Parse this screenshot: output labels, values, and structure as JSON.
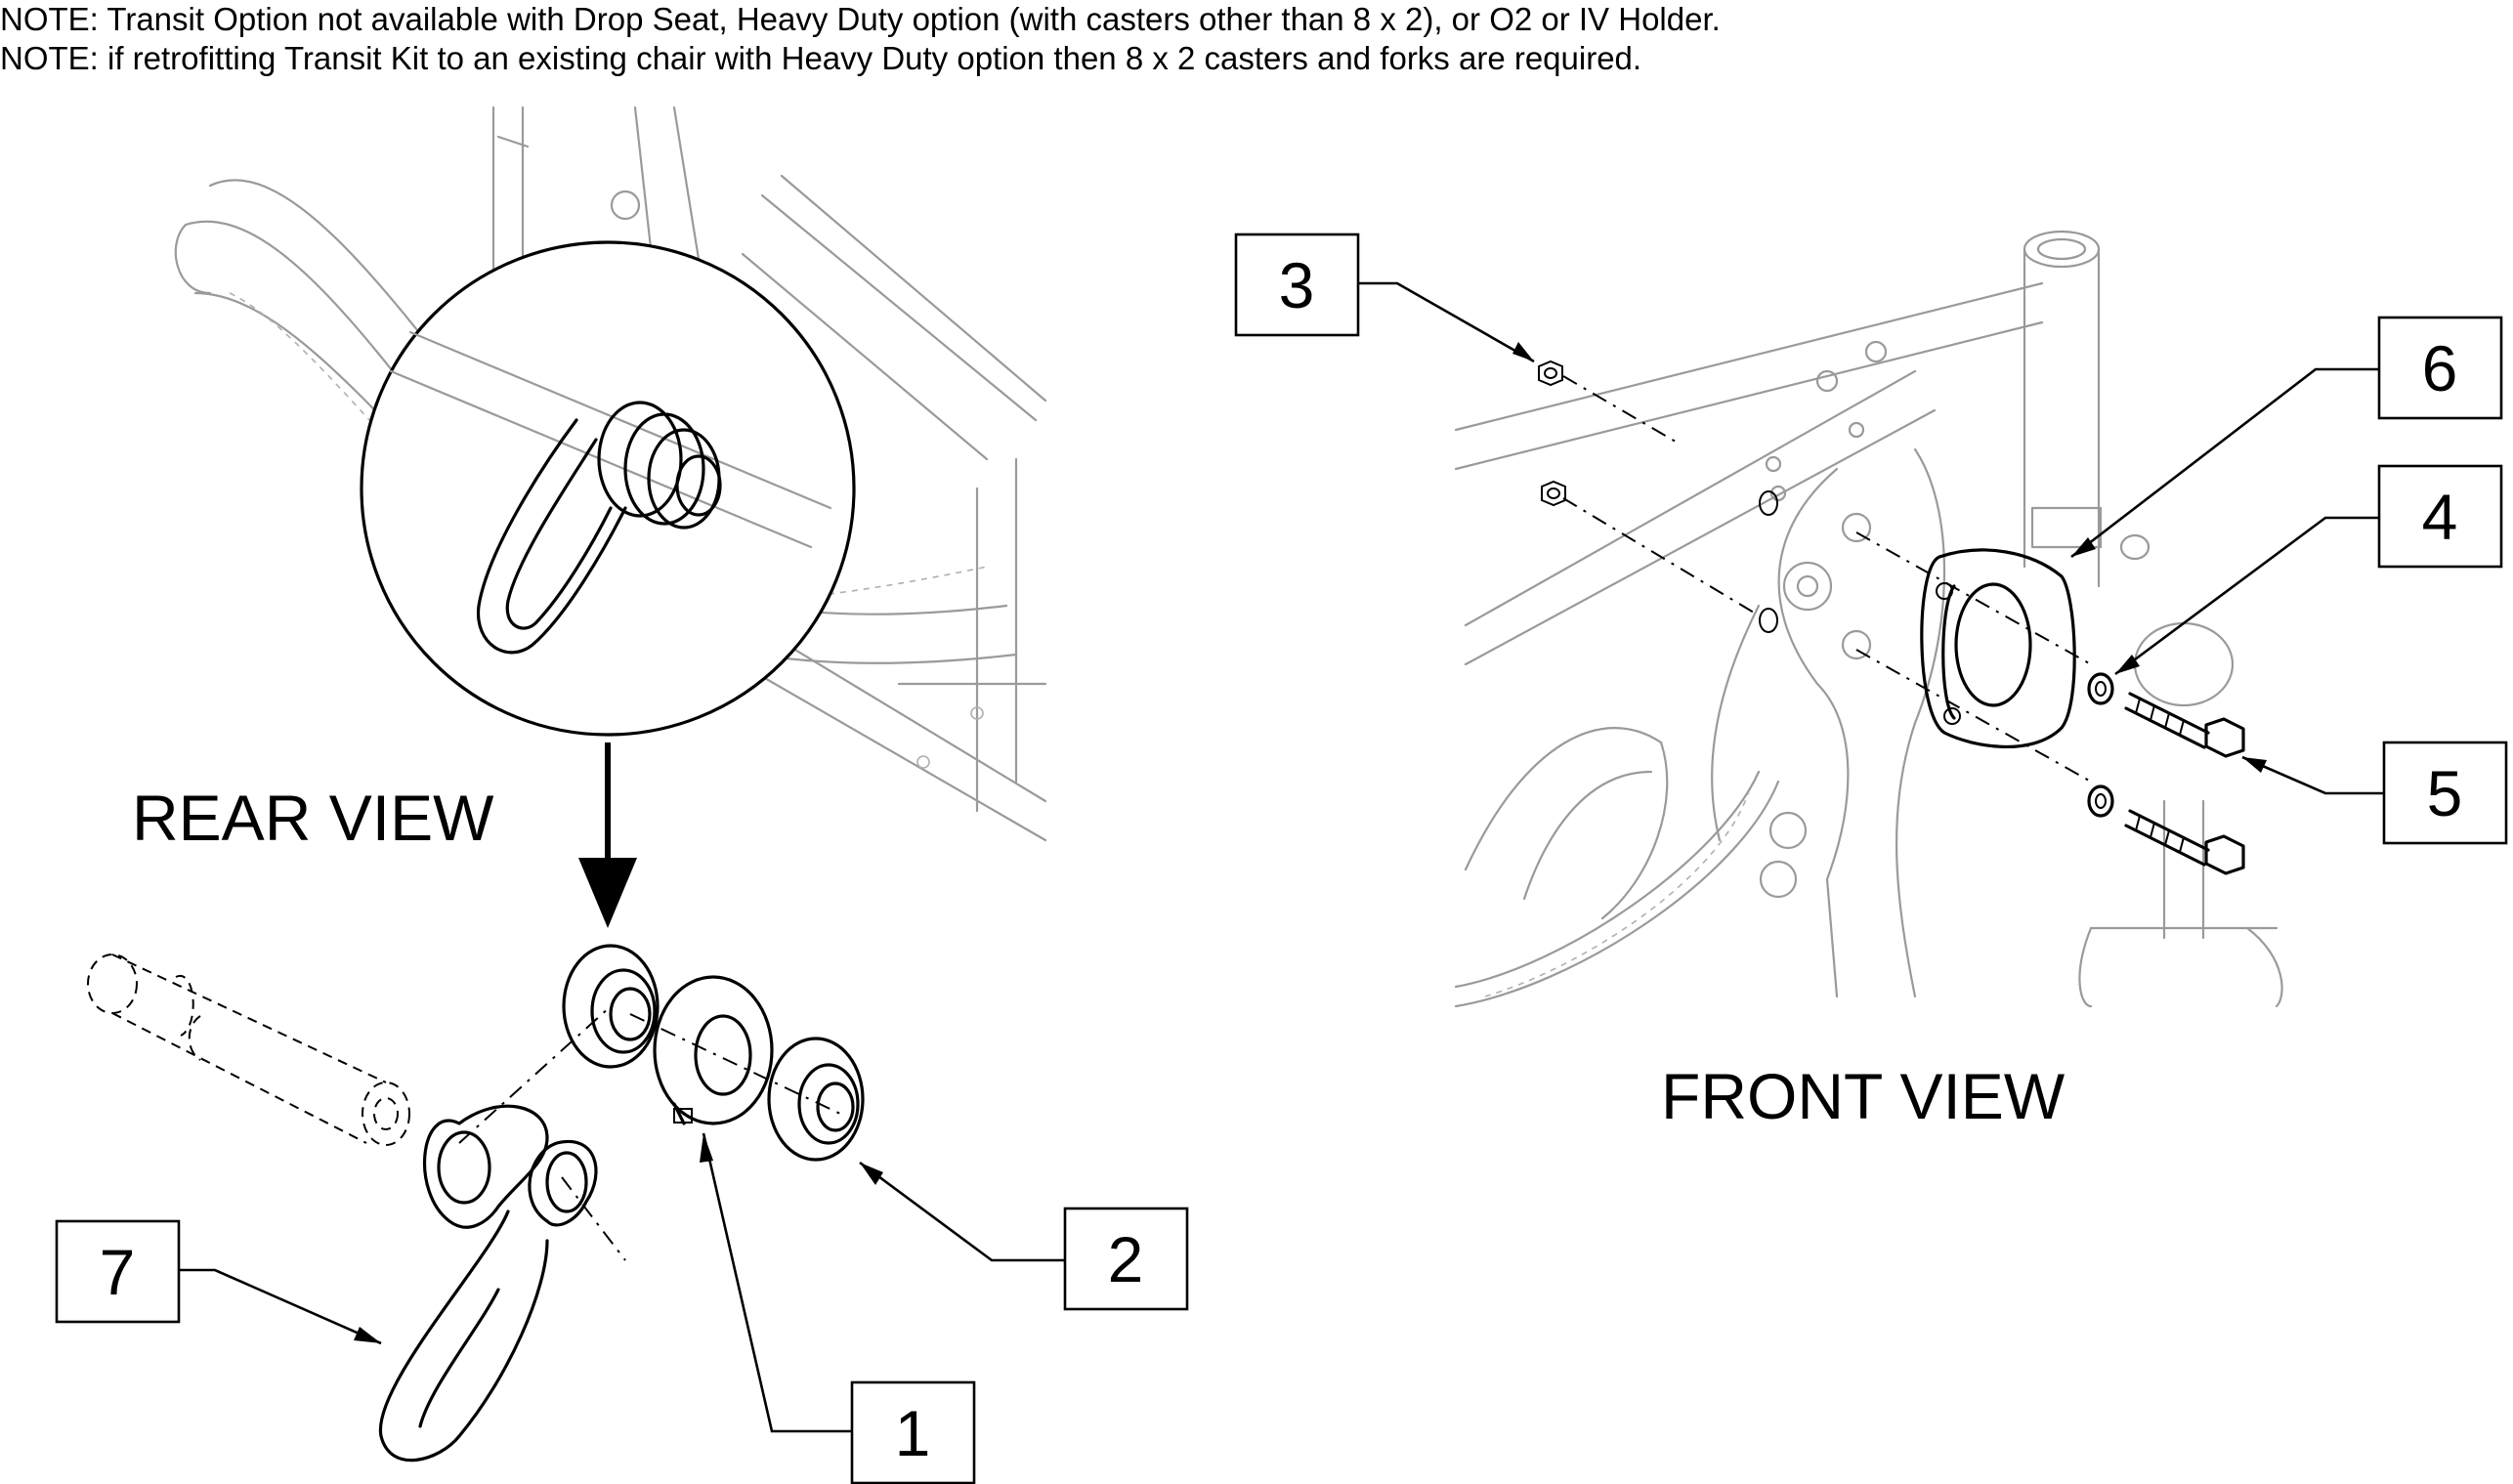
{
  "notes": [
    "NOTE: Transit Option not available with Drop Seat, Heavy Duty option (with casters other than 8 x 2), or O2 or IV Holder.",
    "NOTE: if retrofitting Transit Kit to an existing chair with Heavy Duty option then 8 x 2 casters and forks are required."
  ],
  "views": {
    "rear": "REAR VIEW",
    "front": "FRONT VIEW"
  },
  "callouts": {
    "c1": "1",
    "c2": "2",
    "c3": "3",
    "c4": "4",
    "c5": "5",
    "c6": "6",
    "c7": "7"
  }
}
